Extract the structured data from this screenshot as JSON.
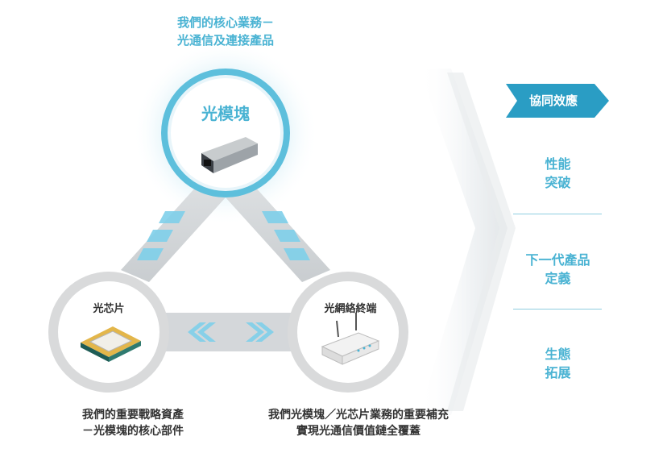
{
  "top_caption": {
    "line1": "我們的核心業務－",
    "line2": "光通信及連接產品"
  },
  "nodes": {
    "optical_module": "光模塊",
    "optical_chip": "光芯片",
    "network_terminal": "光網絡終端"
  },
  "bottom_left_caption": {
    "line1": "我們的重要戰略資產",
    "line2": "－光模塊的核心部件"
  },
  "bottom_right_caption": {
    "line1": "我們光模塊／光芯片業務的重要補充",
    "line2": "實現光通信價值鏈全覆蓋"
  },
  "outcomes": {
    "highlight": "協同效應",
    "items": [
      {
        "line1": "性能",
        "line2": "突破"
      },
      {
        "line1": "下一代產品",
        "line2": "定義"
      },
      {
        "line1": "生態",
        "line2": "拓展"
      }
    ]
  },
  "colors": {
    "accent": "#4ab3d3",
    "tab": "#2a9dc4",
    "ring": "#d9dadb",
    "text_dark": "#333333"
  },
  "icons": [
    "transceiver-icon",
    "chip-icon",
    "router-icon",
    "double-chevron-icon"
  ]
}
